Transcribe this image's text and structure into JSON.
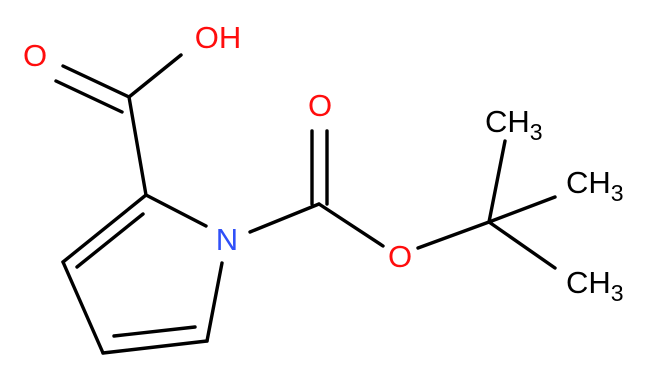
{
  "molecule": {
    "atoms": {
      "hydroxyl": {
        "text": "OH",
        "color": "#ff0d0d"
      },
      "carboxyl_oxygen": {
        "text": "O",
        "color": "#ff0d0d"
      },
      "carbonyl_oxygen": {
        "text": "O",
        "color": "#ff0d0d"
      },
      "ester_oxygen": {
        "text": "O",
        "color": "#ff0d0d"
      },
      "nitrogen": {
        "text": "N",
        "color": "#3050f8"
      },
      "methyl_top": {
        "main": "CH",
        "sub": "3",
        "color": "#000000"
      },
      "methyl_middle": {
        "main": "CH",
        "sub": "3",
        "color": "#000000"
      },
      "methyl_bottom": {
        "main": "CH",
        "sub": "3",
        "color": "#000000"
      }
    },
    "colors": {
      "bond": "#000000",
      "oxygen": "#ff0d0d",
      "nitrogen": "#3050f8",
      "background": "#ffffff"
    }
  }
}
